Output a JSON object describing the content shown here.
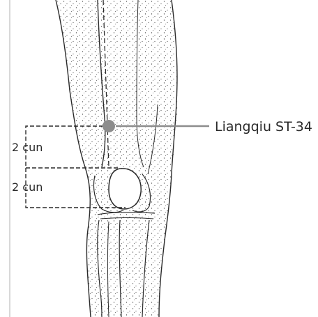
{
  "point": {
    "label": "Liangqiu ST-34",
    "color": "#8c8c8c"
  },
  "measurements": [
    {
      "label": "2 cun"
    },
    {
      "label": "2 cun"
    }
  ],
  "colors": {
    "ink": "#2a2a2a",
    "stipple": "#555555",
    "background": "#ffffff"
  }
}
